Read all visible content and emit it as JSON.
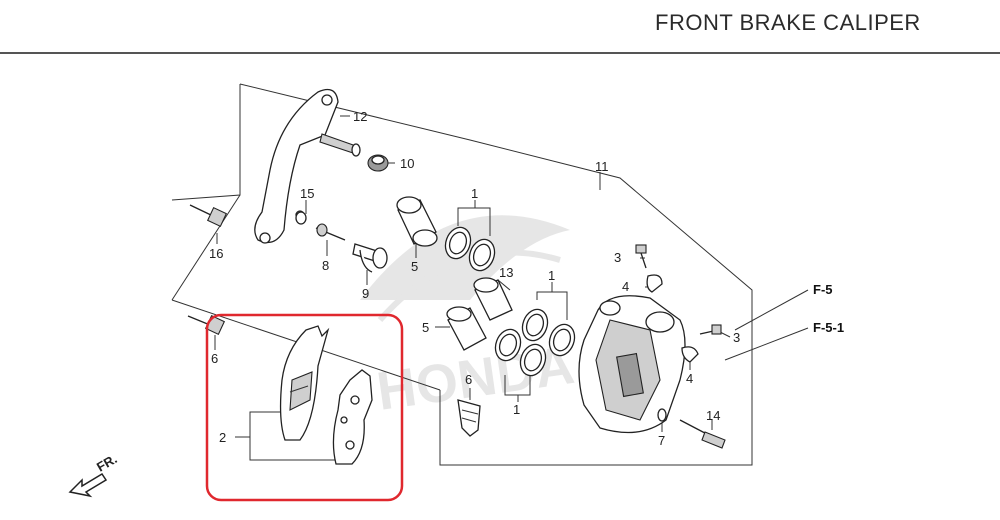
{
  "title": "FRONT BRAKE CALIPER",
  "watermark": "HONDA",
  "callouts": {
    "c1a": "1",
    "c1b": "1",
    "c1c": "1",
    "c2": "2",
    "c3a": "3",
    "c3b": "3",
    "c4a": "4",
    "c4b": "4",
    "c5a": "5",
    "c5b": "5",
    "c6a": "6",
    "c6b": "6",
    "c7": "7",
    "c8": "8",
    "c9": "9",
    "c10": "10",
    "c11": "11",
    "c12": "12",
    "c13": "13",
    "c14": "14",
    "c15": "15",
    "c16": "16"
  },
  "refs": {
    "f5": "F-5",
    "f51": "F-5-1"
  },
  "direction_label": "FR.",
  "highlight_color": "#e0282e"
}
